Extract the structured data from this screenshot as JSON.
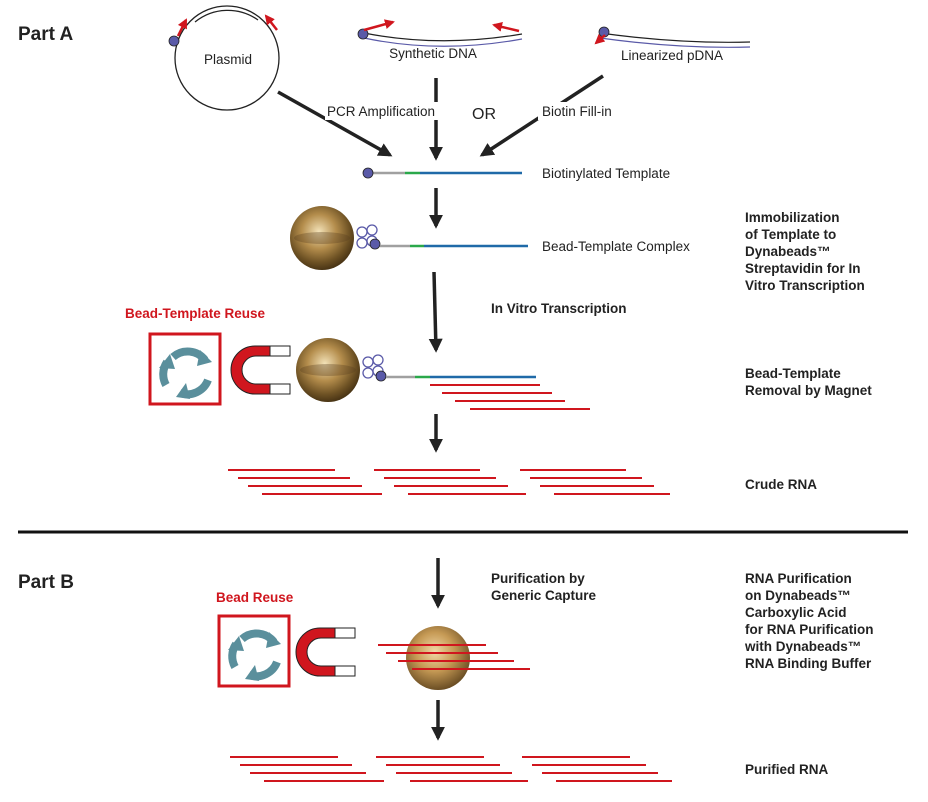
{
  "part_a": {
    "title": "Part A",
    "sources": {
      "plasmid": "Plasmid",
      "synthetic": "Synthetic DNA",
      "linearized": "Linearized pDNA"
    },
    "methods": {
      "pcr": "PCR Amplification",
      "or": "OR",
      "biotin_fill": "Biotin Fill-in"
    },
    "biotinylated_template": "Biotinylated Template",
    "bead_template_complex": "Bead-Template Complex",
    "immobilization": [
      "Immobilization",
      "of Template to",
      "Dynabeads™",
      "Streptavidin for In",
      "Vitro Transcription"
    ],
    "ivt": "In Vitro Transcription",
    "bead_template_reuse": "Bead-Template Reuse",
    "removal": [
      "Bead-Template",
      "Removal by Magnet"
    ],
    "crude_rna": "Crude RNA"
  },
  "part_b": {
    "title": "Part B",
    "purification_step": [
      "Purification by",
      "Generic Capture"
    ],
    "bead_reuse": "Bead Reuse",
    "rna_purification": [
      "RNA Purification",
      "on Dynabeads™",
      "Carboxylic Acid",
      "for RNA Purification",
      "with Dynabeads™",
      "RNA Binding Buffer"
    ],
    "purified_rna": "Purified RNA"
  },
  "colors": {
    "rna": "#d0161e",
    "dna": "#1f6aa8",
    "promoter": "#2aa84a",
    "linker": "#a0a0a0",
    "biotin": "#5a5aa8",
    "recycle": "#5a8f9c"
  }
}
